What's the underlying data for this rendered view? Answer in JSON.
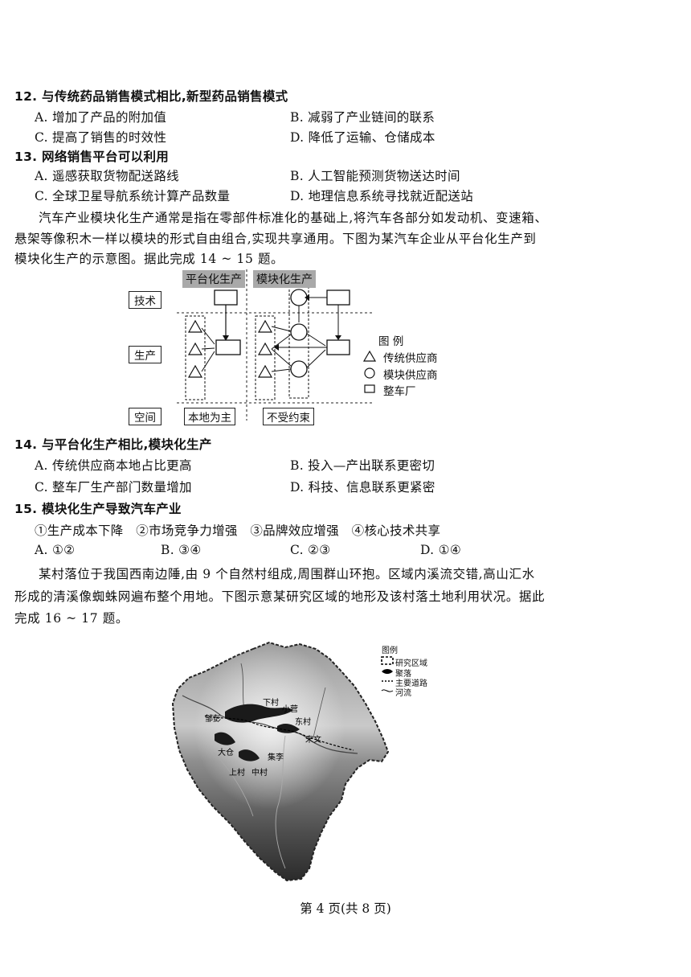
{
  "q12": {
    "stem": "12. 与传统药品销售模式相比,新型药品销售模式",
    "A": "A. 增加了产品的附加值",
    "B": "B. 减弱了产业链间的联系",
    "C": "C. 提高了销售的时效性",
    "D": "D. 降低了运输、仓储成本"
  },
  "q13": {
    "stem": "13. 网络销售平台可以利用",
    "A": "A. 遥感获取货物配送路线",
    "B": "B. 人工智能预测货物送达时间",
    "C": "C. 全球卫星导航系统计算产品数量",
    "D": "D. 地理信息系统寻找就近配送站"
  },
  "passage1": [
    "汽车产业模块化生产通常是指在零部件标准化的基础上,将汽车各部分如发动机、变速箱、",
    "悬架等像积木一样以模块的形式自由组合,实现共享通用。下图为某汽车企业从平台化生产到",
    "模块化生产的示意图。据此完成 14 ~ 15 题。"
  ],
  "diagram1": {
    "title_left": "平台化生产",
    "title_right": "模块化生产",
    "row_tech": "技术",
    "row_prod": "生产",
    "row_space": "空间",
    "space_left": "本地为主",
    "space_right": "不受约束",
    "legend_title": "图 例",
    "legend_items": [
      "传统供应商",
      "模块供应商",
      "整车厂"
    ]
  },
  "q14": {
    "stem": "14. 与平台化生产相比,模块化生产",
    "A": "A. 传统供应商本地占比更高",
    "B": "B. 投入—产出联系更密切",
    "C": "C. 整车厂生产部门数量增加",
    "D": "D. 科技、信息联系更紧密"
  },
  "q15": {
    "stem": "15. 模块化生产导致汽车产业",
    "items": "①生产成本下降   ②市场竞争力增强   ③品牌效应增强   ④核心技术共享",
    "A": "A. ①②",
    "B": "B. ③④",
    "C": "C. ②③",
    "D": "D. ①④"
  },
  "passage2": [
    "某村落位于我国西南边陲,由 9 个自然村组成,周围群山环抱。区域内溪流交错,高山汇水",
    "形成的清溪像蜘蛛网遍布整个用地。下图示意某研究区域的地形及该村落土地利用状况。据此",
    "完成 16 ~ 17 题。"
  ],
  "map1": {
    "legend_title": "图例",
    "legend_items": [
      "研究区域",
      "聚落",
      "主要道路",
      "河流"
    ],
    "villages": [
      "下村",
      "小营",
      "东村",
      "邹彭",
      "宋文",
      "大仓",
      "集李",
      "上村",
      "中村"
    ]
  },
  "footer": "第 4 页(共 8 页)"
}
